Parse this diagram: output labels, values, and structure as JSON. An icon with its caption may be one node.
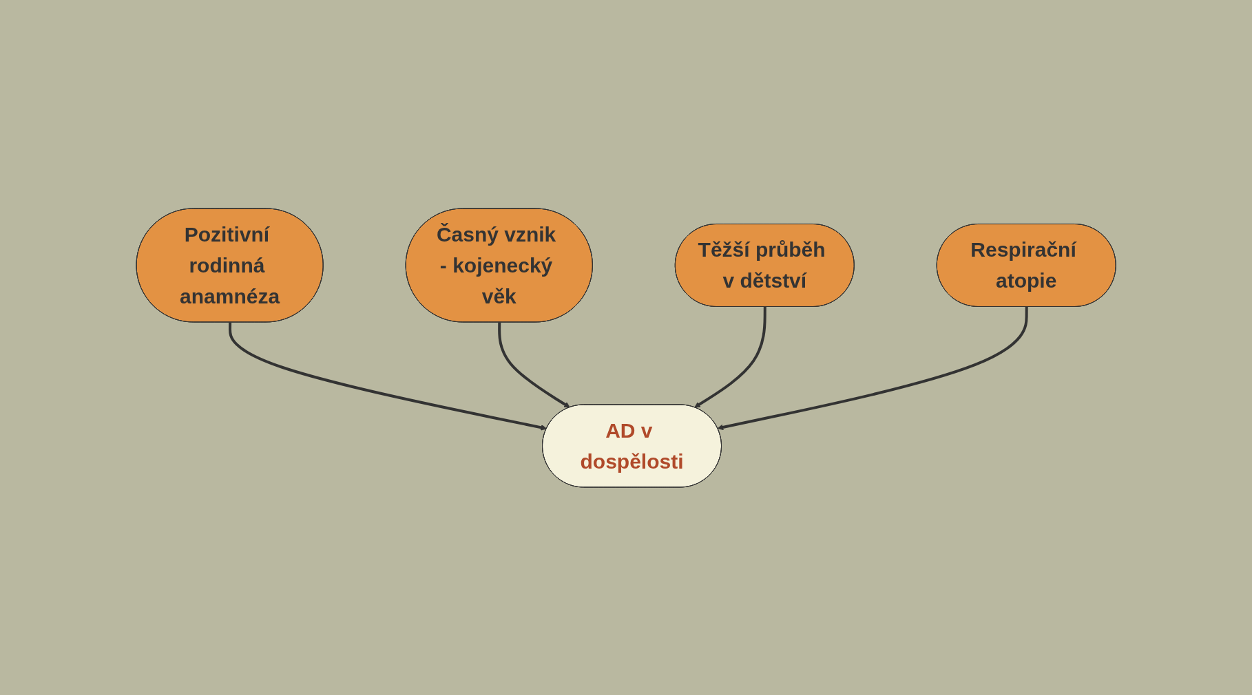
{
  "diagram": {
    "nodes": [
      {
        "text": [
          "Pozitivní rodinná anamnéza"
        ]
      },
      {
        "text": [
          "Časný vznik - kojenecký věk"
        ]
      },
      {
        "text": [
          "AD v dospělosti"
        ]
      },
      {
        "text": [
          "Těžší průběh v dětství"
        ]
      },
      {
        "text": [
          "Respirační atopie"
        ]
      }
    ],
    "edges": [
      {
        "from": 0,
        "to": 2,
        "arrow": "to"
      },
      {
        "from": 1,
        "to": 2,
        "arrow": "to"
      },
      {
        "from": 3,
        "to": 2,
        "arrow": "to"
      },
      {
        "from": 4,
        "to": 2,
        "arrow": "to"
      }
    ]
  }
}
